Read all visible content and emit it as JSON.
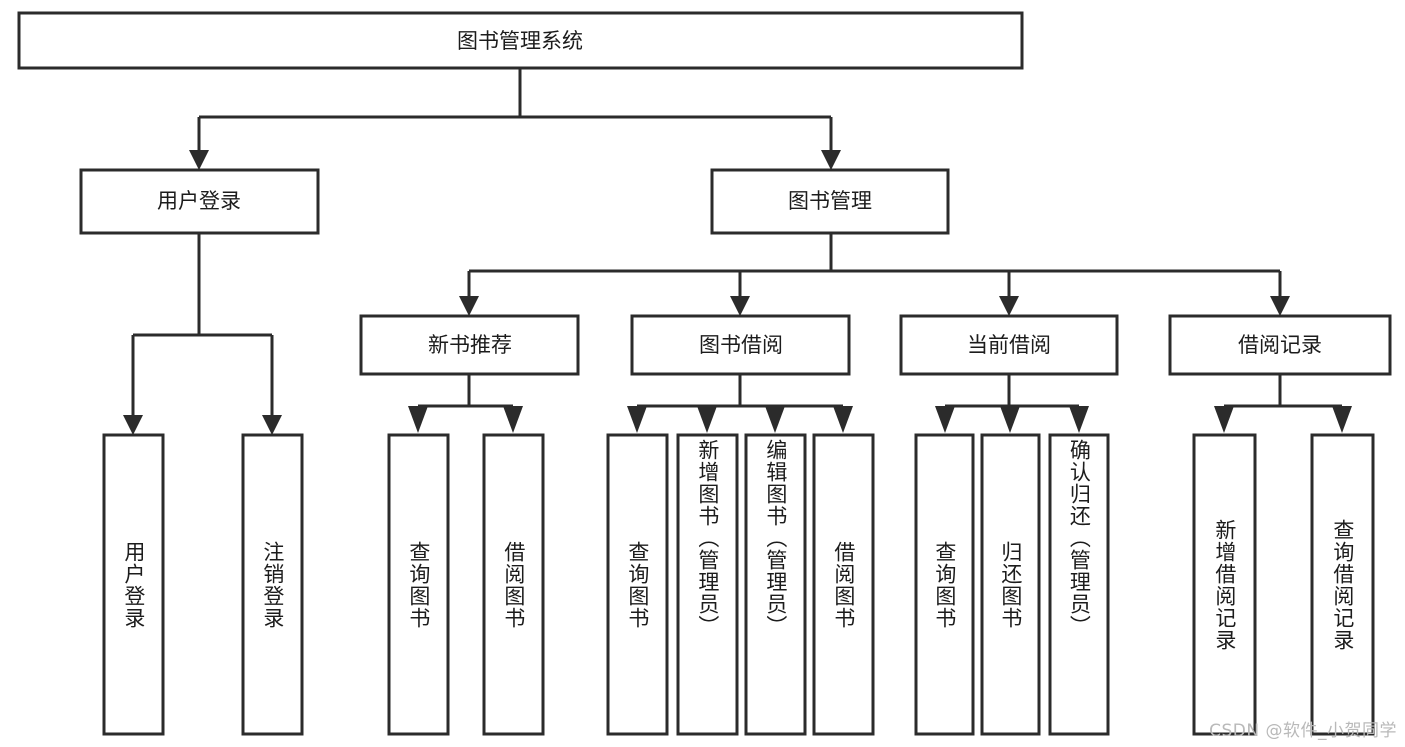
{
  "diagram": {
    "type": "tree-hierarchy-functional-decomposition",
    "orientation": "top-down",
    "colors": {
      "box_stroke": "#2b2b2b",
      "box_fill": "#ffffff",
      "edge": "#2b2b2b",
      "text": "#1c1c1c",
      "watermark": "#b9b9b9",
      "background": "#ffffff"
    },
    "root": {
      "label": "图书管理系统"
    },
    "level2": [
      {
        "id": "user-login",
        "label": "用户登录"
      },
      {
        "id": "book-management",
        "label": "图书管理"
      }
    ],
    "level3": [
      {
        "id": "new-book-recommend",
        "label": "新书推荐",
        "parent": "book-management"
      },
      {
        "id": "book-borrow",
        "label": "图书借阅",
        "parent": "book-management"
      },
      {
        "id": "current-borrow",
        "label": "当前借阅",
        "parent": "book-management"
      },
      {
        "id": "borrow-record",
        "label": "借阅记录",
        "parent": "book-management"
      }
    ],
    "leaves": [
      {
        "id": "leaf-user-login",
        "label": "用户登录",
        "parent": "user-login"
      },
      {
        "id": "leaf-logout-login",
        "label": "注销登录",
        "parent": "user-login"
      },
      {
        "id": "leaf-query-book-1",
        "label": "查询图书",
        "parent": "new-book-recommend"
      },
      {
        "id": "leaf-borrow-book-1",
        "label": "借阅图书",
        "parent": "new-book-recommend"
      },
      {
        "id": "leaf-query-book-2",
        "label": "查询图书",
        "parent": "book-borrow"
      },
      {
        "id": "leaf-add-book",
        "label": "新增图书（管理员）",
        "parent": "book-borrow"
      },
      {
        "id": "leaf-edit-book",
        "label": "编辑图书（管理员）",
        "parent": "book-borrow"
      },
      {
        "id": "leaf-borrow-book-2",
        "label": "借阅图书",
        "parent": "book-borrow"
      },
      {
        "id": "leaf-query-book-3",
        "label": "查询图书",
        "parent": "current-borrow"
      },
      {
        "id": "leaf-return-book",
        "label": "归还图书",
        "parent": "current-borrow"
      },
      {
        "id": "leaf-confirm-return",
        "label": "确认归还（管理员）",
        "parent": "current-borrow"
      },
      {
        "id": "leaf-add-record",
        "label": "新增借阅记录",
        "parent": "borrow-record"
      },
      {
        "id": "leaf-query-record",
        "label": "查询借阅记录",
        "parent": "borrow-record"
      }
    ],
    "watermark": "CSDN @软件_小贺同学"
  }
}
